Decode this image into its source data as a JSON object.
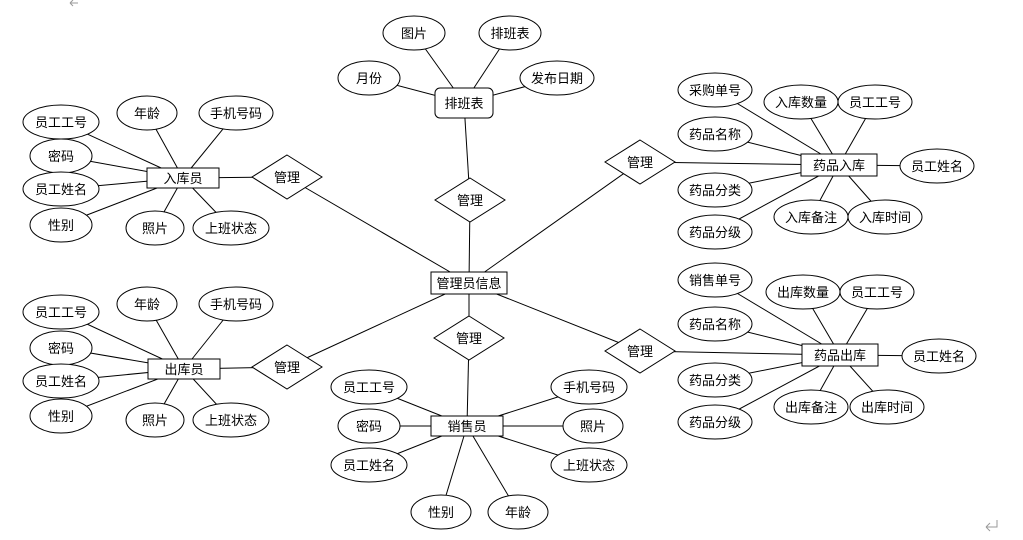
{
  "diagram": {
    "entities": [
      {
        "id": "paiban",
        "label": "排班表"
      },
      {
        "id": "admin",
        "label": "管理员信息"
      },
      {
        "id": "rukuyuan",
        "label": "入库员"
      },
      {
        "id": "chukuyuan",
        "label": "出库员"
      },
      {
        "id": "shouhuoyuan",
        "label": "销售员"
      },
      {
        "id": "ypruku",
        "label": "药品入库"
      },
      {
        "id": "ypchuku",
        "label": "药品出库"
      }
    ],
    "relations": [
      {
        "id": "r_paiban",
        "label": "管理"
      },
      {
        "id": "r_ruku",
        "label": "管理"
      },
      {
        "id": "r_chuku",
        "label": "管理"
      },
      {
        "id": "r_sales",
        "label": "管理"
      },
      {
        "id": "r_ypruku",
        "label": "管理"
      },
      {
        "id": "r_ypchuku",
        "label": "管理"
      }
    ],
    "attributes": [
      {
        "id": "pb_tupian",
        "label": "图片",
        "of": "paiban"
      },
      {
        "id": "pb_paibanbiao",
        "label": "排班表",
        "of": "paiban"
      },
      {
        "id": "pb_yuefen",
        "label": "月份",
        "of": "paiban"
      },
      {
        "id": "pb_fabu",
        "label": "发布日期",
        "of": "paiban"
      },
      {
        "id": "rk_gonghao",
        "label": "员工工号",
        "of": "rukuyuan"
      },
      {
        "id": "rk_nianling",
        "label": "年龄",
        "of": "rukuyuan"
      },
      {
        "id": "rk_shouji",
        "label": "手机号码",
        "of": "rukuyuan"
      },
      {
        "id": "rk_mima",
        "label": "密码",
        "of": "rukuyuan"
      },
      {
        "id": "rk_xingming",
        "label": "员工姓名",
        "of": "rukuyuan"
      },
      {
        "id": "rk_xingbie",
        "label": "性别",
        "of": "rukuyuan"
      },
      {
        "id": "rk_zhaopian",
        "label": "照片",
        "of": "rukuyuan"
      },
      {
        "id": "rk_zhuangtai",
        "label": "上班状态",
        "of": "rukuyuan"
      },
      {
        "id": "ck_gonghao",
        "label": "员工工号",
        "of": "chukuyuan"
      },
      {
        "id": "ck_nianling",
        "label": "年龄",
        "of": "chukuyuan"
      },
      {
        "id": "ck_shouji",
        "label": "手机号码",
        "of": "chukuyuan"
      },
      {
        "id": "ck_mima",
        "label": "密码",
        "of": "chukuyuan"
      },
      {
        "id": "ck_xingming",
        "label": "员工姓名",
        "of": "chukuyuan"
      },
      {
        "id": "ck_xingbie",
        "label": "性别",
        "of": "chukuyuan"
      },
      {
        "id": "ck_zhaopian",
        "label": "照片",
        "of": "chukuyuan"
      },
      {
        "id": "ck_zhuangtai",
        "label": "上班状态",
        "of": "chukuyuan"
      },
      {
        "id": "xs_gonghao",
        "label": "员工工号",
        "of": "shouhuoyuan"
      },
      {
        "id": "xs_mima",
        "label": "密码",
        "of": "shouhuoyuan"
      },
      {
        "id": "xs_xingming",
        "label": "员工姓名",
        "of": "shouhuoyuan"
      },
      {
        "id": "xs_xingbie",
        "label": "性别",
        "of": "shouhuoyuan"
      },
      {
        "id": "xs_nianling",
        "label": "年龄",
        "of": "shouhuoyuan"
      },
      {
        "id": "xs_shouji",
        "label": "手机号码",
        "of": "shouhuoyuan"
      },
      {
        "id": "xs_zhaopian",
        "label": "照片",
        "of": "shouhuoyuan"
      },
      {
        "id": "xs_zhuangtai",
        "label": "上班状态",
        "of": "shouhuoyuan"
      },
      {
        "id": "yr_danhao",
        "label": "采购单号",
        "of": "ypruku"
      },
      {
        "id": "yr_shuliang",
        "label": "入库数量",
        "of": "ypruku"
      },
      {
        "id": "yr_gonghao",
        "label": "员工工号",
        "of": "ypruku"
      },
      {
        "id": "yr_mingcheng",
        "label": "药品名称",
        "of": "ypruku"
      },
      {
        "id": "yr_xingming",
        "label": "员工姓名",
        "of": "ypruku"
      },
      {
        "id": "yr_fenlei",
        "label": "药品分类",
        "of": "ypruku"
      },
      {
        "id": "yr_beizhu",
        "label": "入库备注",
        "of": "ypruku"
      },
      {
        "id": "yr_shijian",
        "label": "入库时间",
        "of": "ypruku"
      },
      {
        "id": "yr_fenji",
        "label": "药品分级",
        "of": "ypruku"
      },
      {
        "id": "yc_danhao",
        "label": "销售单号",
        "of": "ypchuku"
      },
      {
        "id": "yc_shuliang",
        "label": "出库数量",
        "of": "ypchuku"
      },
      {
        "id": "yc_gonghao",
        "label": "员工工号",
        "of": "ypchuku"
      },
      {
        "id": "yc_mingcheng",
        "label": "药品名称",
        "of": "ypchuku"
      },
      {
        "id": "yc_xingming",
        "label": "员工姓名",
        "of": "ypchuku"
      },
      {
        "id": "yc_fenlei",
        "label": "药品分类",
        "of": "ypchuku"
      },
      {
        "id": "yc_beizhu",
        "label": "出库备注",
        "of": "ypchuku"
      },
      {
        "id": "yc_shijian",
        "label": "出库时间",
        "of": "ypchuku"
      },
      {
        "id": "yc_fenji",
        "label": "药品分级",
        "of": "ypchuku"
      }
    ]
  }
}
